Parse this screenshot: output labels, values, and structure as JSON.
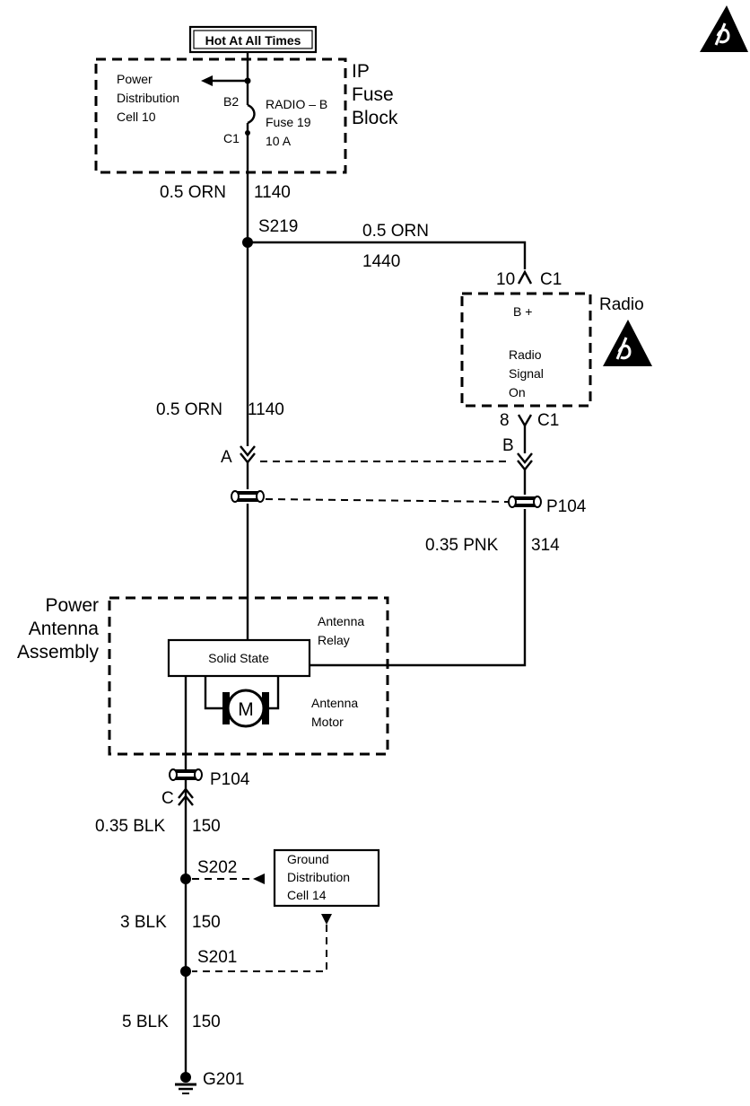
{
  "labels": {
    "hot_at_all_times": "Hot At All Times",
    "ip": "IP",
    "fuse": "Fuse",
    "block": "Block",
    "power_dist_1": "Power",
    "power_dist_2": "Distribution",
    "power_dist_3": "Cell 10",
    "b2": "B2",
    "c1_fuse": "C1",
    "radio_b": "RADIO – B",
    "fuse19": "Fuse 19",
    "amp10": "10 A",
    "wire_top_gauge": "0.5 ORN",
    "wire_top_circuit": "1140",
    "s219": "S219",
    "wire_radio_gauge": "0.5 ORN",
    "wire_radio_circuit": "1440",
    "radio_pin10": "10",
    "radio_c1_top": "C1",
    "radio_title": "Radio",
    "radio_bplus": "B +",
    "radio_sig_1": "Radio",
    "radio_sig_2": "Signal",
    "radio_sig_3": "On",
    "radio_pin8": "8",
    "radio_c1_bot": "C1",
    "wire_mid_gauge": "0.5 ORN",
    "wire_mid_circuit": "1140",
    "conn_a": "A",
    "conn_b": "B",
    "p104_top": "P104",
    "wire_pnk_gauge": "0.35 PNK",
    "wire_pnk_circuit": "314",
    "power_ant_1": "Power",
    "power_ant_2": "Antenna",
    "power_ant_3": "Assembly",
    "ant_relay_1": "Antenna",
    "ant_relay_2": "Relay",
    "solid_state": "Solid State",
    "motor_m": "M",
    "ant_motor_1": "Antenna",
    "ant_motor_2": "Motor",
    "p104_bot": "P104",
    "conn_c": "C",
    "wire_blk1_gauge": "0.35 BLK",
    "wire_blk1_circuit": "150",
    "s202": "S202",
    "ground_dist_1": "Ground",
    "ground_dist_2": "Distribution",
    "ground_dist_3": "Cell 14",
    "wire_blk2_gauge": "3 BLK",
    "wire_blk2_circuit": "150",
    "s201": "S201",
    "wire_blk3_gauge": "5 BLK",
    "wire_blk3_circuit": "150",
    "g201": "G201"
  },
  "icons": {
    "esd_top": "esd-warning-icon",
    "esd_radio": "esd-warning-icon",
    "ground": "ground-symbol-icon"
  }
}
